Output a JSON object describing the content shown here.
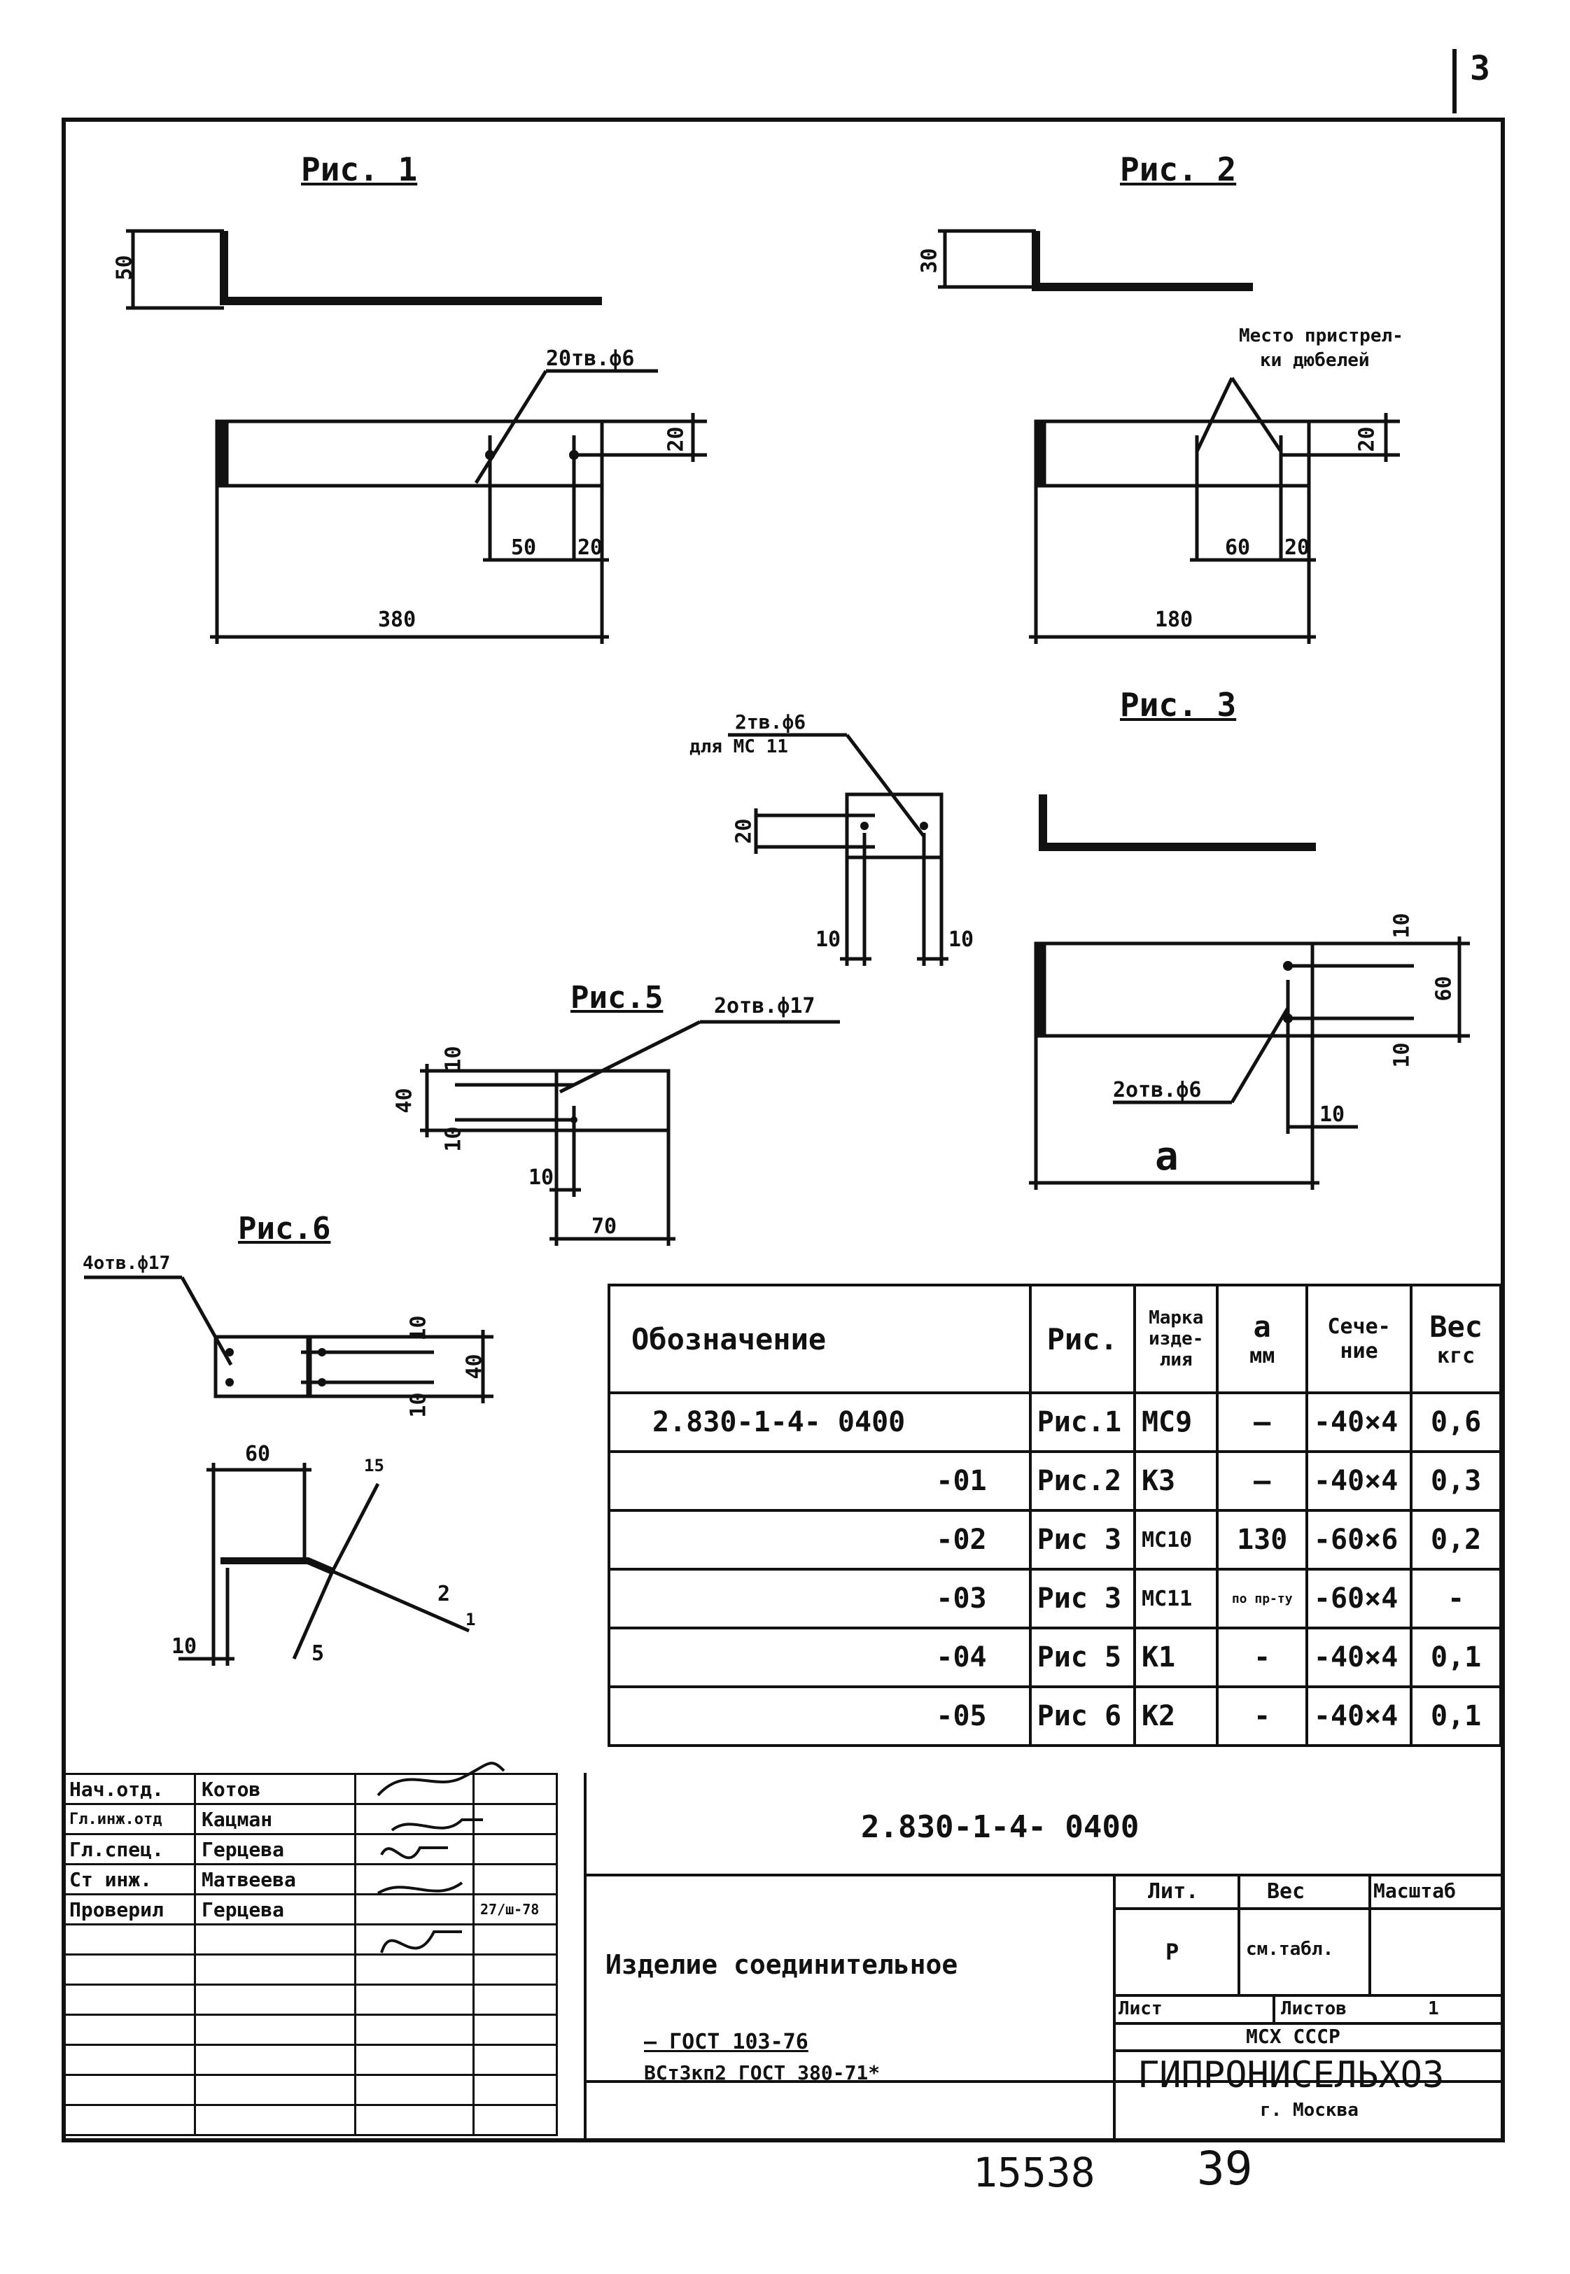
{
  "page": {
    "corner_number": "3",
    "doc_number": "15538",
    "page_number": "39"
  },
  "figures": {
    "fig1": {
      "title": "Рис. 1",
      "dims": [
        "50",
        "20тв.ф6",
        "20",
        "50",
        "20",
        "380"
      ]
    },
    "fig2": {
      "title": "Рис. 2",
      "dims": [
        "30",
        "Место пристрел-",
        "ки дюбелей",
        "20",
        "60",
        "20",
        "180"
      ]
    },
    "fig3": {
      "title": "Рис. 3",
      "dims": [
        "10",
        "60",
        "10",
        "2отв.ф6",
        "10",
        "a"
      ]
    },
    "fig_small": {
      "dims": [
        "2тв.ф6",
        "для МС 11",
        "20",
        "10",
        "10"
      ]
    },
    "fig5": {
      "title": "Рис.5",
      "dims": [
        "2отв.ф17",
        "10",
        "40",
        "10",
        "10",
        "70"
      ]
    },
    "fig6": {
      "title": "Рис.6",
      "dims": [
        "4отв.ф17",
        "10",
        "40",
        "10",
        "60",
        "15",
        "2",
        "1",
        "10",
        "5"
      ]
    }
  },
  "spec_table": {
    "headers": {
      "designation": "Обозначение",
      "fig": "Рис.",
      "mark": "Марка изде-лия",
      "a": "a",
      "a_unit": "мм",
      "section": "Сече-ние",
      "weight": "Вес",
      "weight_unit": "кгс"
    },
    "rows": [
      {
        "designation": "2.830-1-4- 0400",
        "fig": "Рис.1",
        "mark": "МС9",
        "a": "—",
        "section": "-40×4",
        "weight": "0,6"
      },
      {
        "designation": "-01",
        "fig": "Рис.2",
        "mark": "К3",
        "a": "—",
        "section": "-40×4",
        "weight": "0,3"
      },
      {
        "designation": "-02",
        "fig": "Рис 3",
        "mark": "МС10",
        "a": "130",
        "section": "-60×6",
        "weight": "0,2"
      },
      {
        "designation": "-03",
        "fig": "Рис 3",
        "mark": "МС11",
        "a": "по пр-ту",
        "section": "-60×4",
        "weight": "-"
      },
      {
        "designation": "-04",
        "fig": "Рис 5",
        "mark": "К1",
        "a": "-",
        "section": "-40×4",
        "weight": "0,1"
      },
      {
        "designation": "-05",
        "fig": "Рис 6",
        "mark": "К2",
        "a": "-",
        "section": "-40×4",
        "weight": "0,1"
      }
    ]
  },
  "title_block": {
    "people": [
      {
        "role": "Нач.отд.",
        "name": "Котов"
      },
      {
        "role": "Гл.инж.отд",
        "name": "Кацман"
      },
      {
        "role": "Гл.спец.",
        "name": "Герцева"
      },
      {
        "role": "Ст инж.",
        "name": "Матвеева"
      },
      {
        "role": "Проверил",
        "name": "Герцева",
        "date": "27/ш-78"
      }
    ],
    "code": "2.830-1-4- 0400",
    "item_name": "Изделие соединительное",
    "lit_label": "Лит.",
    "lit_value": "Р",
    "weight_label": "Вес",
    "weight_value": "см.табл.",
    "scale_label": "Масштаб",
    "sheet_label": "Лист",
    "sheets_label": "Листов",
    "sheets_value": "1",
    "material_line1": "— ГОСТ 103-76",
    "material_line2": "ВСт3кп2 ГОСТ 380-71*",
    "org_ministry": "МСХ СССР",
    "org_name": "ГИПРОНИСЕЛЬХОЗ",
    "org_city": "г. Москва"
  }
}
